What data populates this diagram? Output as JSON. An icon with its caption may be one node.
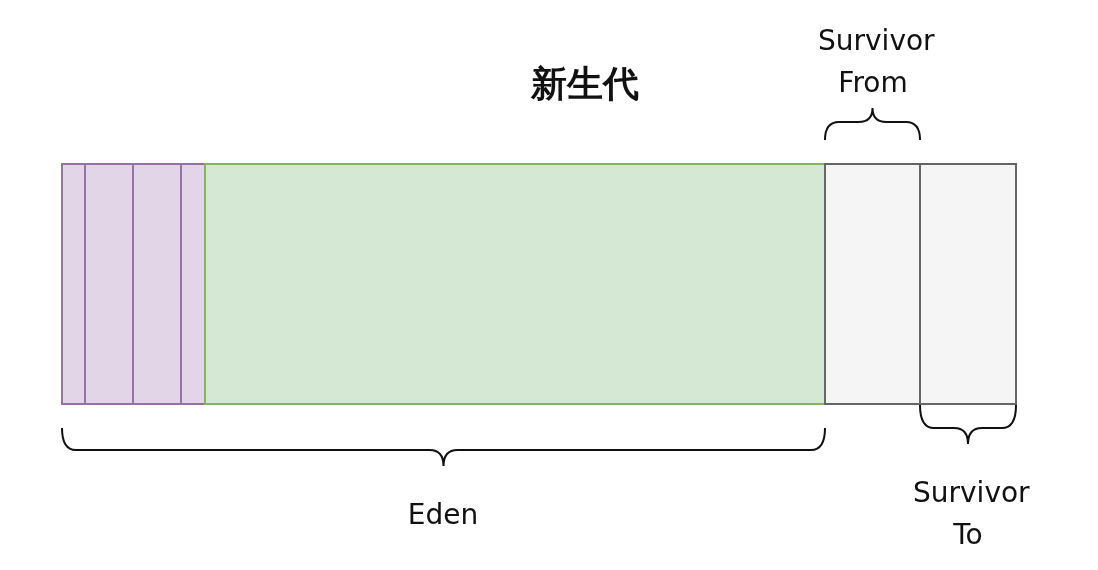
{
  "diagram": {
    "title": "新生代",
    "nodes": [
      {
        "text": [],
        "shape": "box"
      },
      {
        "text": [],
        "shape": "box"
      },
      {
        "text": [],
        "shape": "box"
      },
      {
        "text": [],
        "shape": "box"
      },
      {
        "text": [],
        "shape": "box"
      },
      {
        "text": [],
        "shape": "box"
      },
      {
        "text": [],
        "shape": "box"
      }
    ],
    "labels": [
      "Survivor From",
      "Eden",
      "Survivor To"
    ]
  }
}
